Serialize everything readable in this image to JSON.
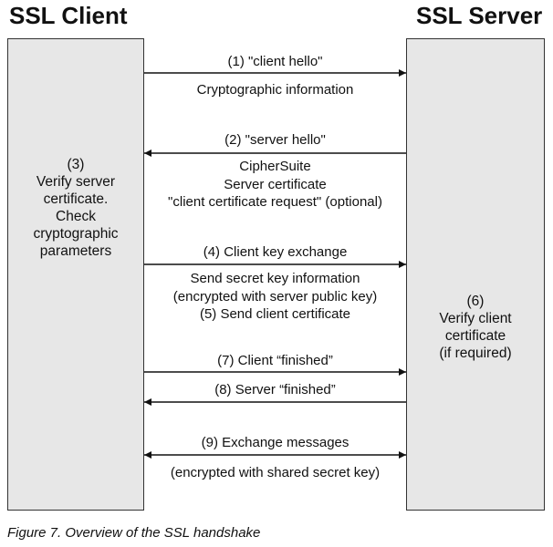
{
  "header": {
    "client_title": "SSL Client",
    "server_title": "SSL Server"
  },
  "client_panel": {
    "text": "(3)\nVerify server\ncertificate.\nCheck\ncryptographic\nparameters"
  },
  "server_panel": {
    "text": "(6)\nVerify client\ncertificate\n(if required)"
  },
  "messages": [
    {
      "label": "(1) \"client hello\"",
      "detail": "Cryptographic information"
    },
    {
      "label": "(2) \"server hello\"",
      "detail": "CipherSuite\nServer certificate\n\"client certificate request\" (optional)"
    },
    {
      "label": "(4) Client key exchange",
      "detail": "Send secret key information\n(encrypted with server public key)\n(5) Send client certificate"
    },
    {
      "label": "(7) Client “finished”",
      "detail": ""
    },
    {
      "label": "(8) Server “finished”",
      "detail": ""
    },
    {
      "label": "(9) Exchange messages",
      "detail": "(encrypted with shared secret key)"
    }
  ],
  "caption": "Figure 7. Overview of the SSL handshake"
}
